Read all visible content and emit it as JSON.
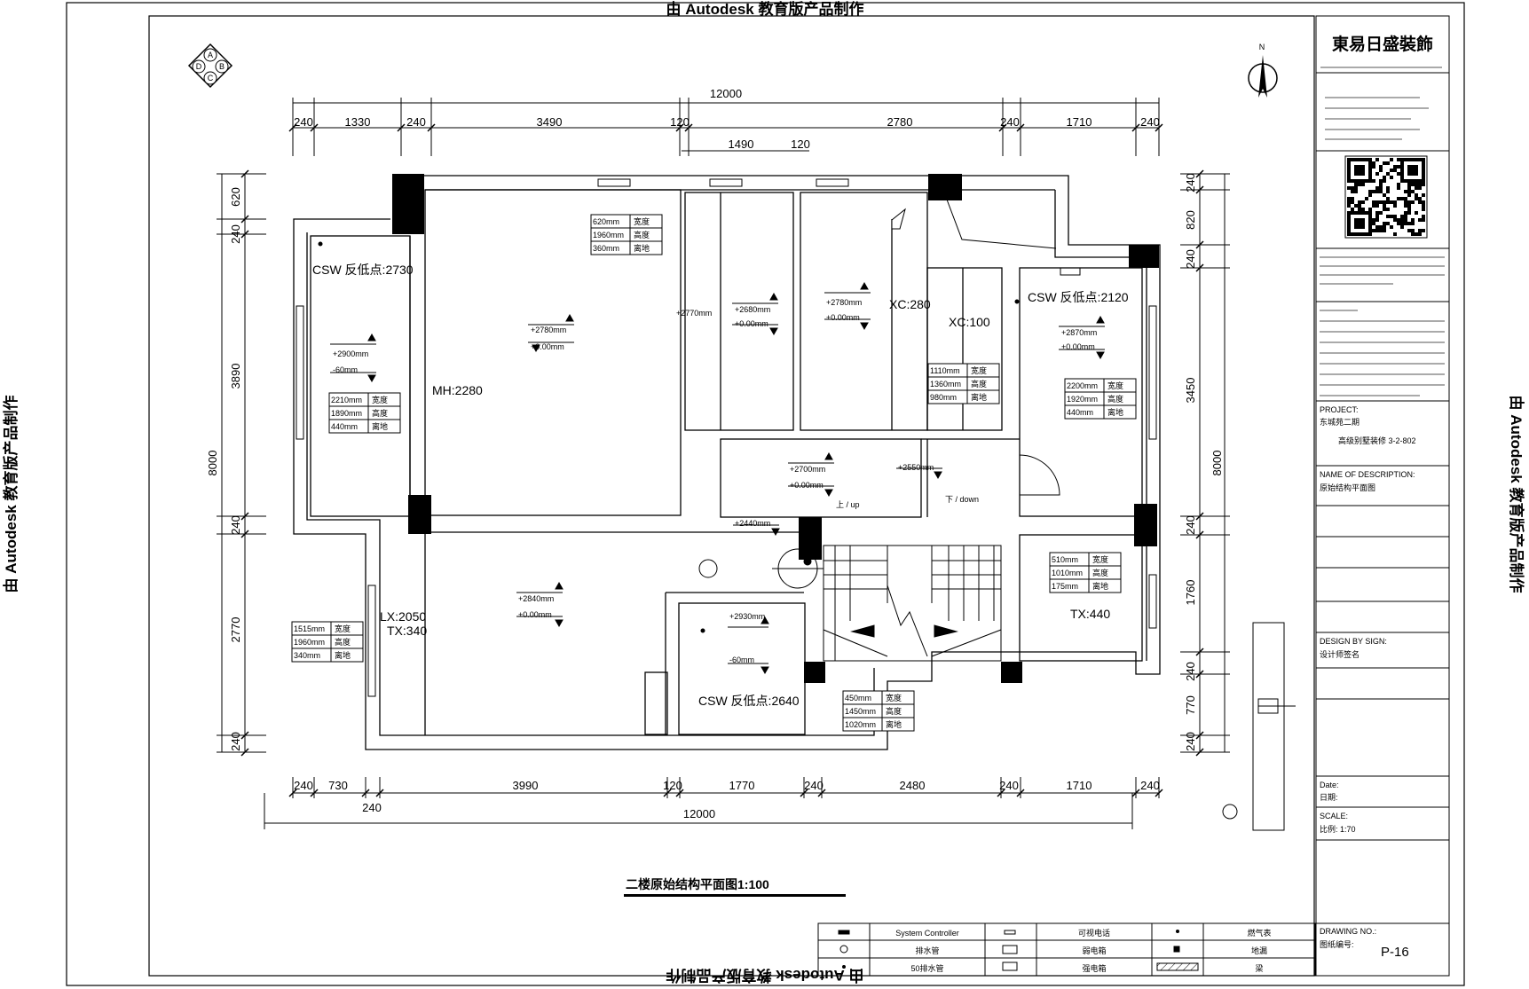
{
  "watermark": "由 Autodesk 教育版产品制作",
  "drawing_title": "二楼原始结构平面图1:100",
  "sheet_number": "P-16",
  "index_marks": [
    "A",
    "B",
    "C",
    "D"
  ],
  "north": "N",
  "company": {
    "name": "東易日盛裝飾"
  },
  "title_block": {
    "project_label": "PROJECT:",
    "project_value": "东城苑二期",
    "project_value2": "高级别墅装修 3-2-802",
    "name_label": "NAME OF DESCRIPTION:",
    "name_value": "原始结构平面图",
    "design_label": "DESIGN BY SIGN:",
    "design_value": "设计师签名",
    "drawing_no_label": "DRAWING NO.:",
    "drawing_no_value": "图纸编号:",
    "date_label": "Date:",
    "date_value": "日期:",
    "scale_label": "SCALE:",
    "scale_value": "比例: 1:70"
  },
  "dims": {
    "top_total": "12000",
    "top_segments": [
      "240",
      "1330",
      "240",
      "3490",
      "120",
      "2780",
      "240",
      "1710",
      "240"
    ],
    "top_inner": [
      "1490",
      "120"
    ],
    "bottom_total": "12000",
    "bottom_segments": [
      "240",
      "730",
      "3990",
      "120",
      "1770",
      "240",
      "2480",
      "240",
      "1710",
      "240"
    ],
    "bottom_extra": "240",
    "left_total": "8000",
    "left_segments": [
      "620",
      "240",
      "3890",
      "240",
      "2770",
      "240"
    ],
    "right_total": "8000",
    "right_segments": [
      "240",
      "820",
      "240",
      "3450",
      "240",
      "1760",
      "240",
      "770",
      "240"
    ]
  },
  "rooms": {
    "csw1": "CSW 反低点:2730",
    "csw2": "CSW 反低点:2120",
    "csw3": "CSW 反低点:2640",
    "mh": "MH:2280",
    "xc1": "XC:280",
    "xc2": "XC:100",
    "lx": "LX:2050",
    "tx1": "TX:340",
    "tx2": "TX:440",
    "up": "上 / up",
    "down": "下 / down"
  },
  "levels": [
    {
      "top": "+2900mm",
      "bottom": "-60mm"
    },
    {
      "top": "+2780mm",
      "bottom": "+0.00mm"
    },
    {
      "top": "+2770mm",
      "bottom": ""
    },
    {
      "top": "+2680mm",
      "bottom": "+0.00mm"
    },
    {
      "top": "+2780mm",
      "bottom": "+0.00mm"
    },
    {
      "top": "+2870mm",
      "bottom": "+0.00mm"
    },
    {
      "top": "+2700mm",
      "bottom": "+0.00mm"
    },
    {
      "top": "+2550mm",
      "bottom": ""
    },
    {
      "top": "+2440mm",
      "bottom": ""
    },
    {
      "top": "+2840mm",
      "bottom": "+0.00mm"
    },
    {
      "top": "+2930mm",
      "bottom": "-60mm"
    }
  ],
  "window_tables": [
    [
      [
        "620mm",
        "宽度"
      ],
      [
        "1960mm",
        "高度"
      ],
      [
        "360mm",
        "离地"
      ]
    ],
    [
      [
        "2210mm",
        "宽度"
      ],
      [
        "1890mm",
        "高度"
      ],
      [
        "440mm",
        "离地"
      ]
    ],
    [
      [
        "1110mm",
        "宽度"
      ],
      [
        "1360mm",
        "高度"
      ],
      [
        "980mm",
        "离地"
      ]
    ],
    [
      [
        "2200mm",
        "宽度"
      ],
      [
        "1920mm",
        "高度"
      ],
      [
        "440mm",
        "离地"
      ]
    ],
    [
      [
        "510mm",
        "宽度"
      ],
      [
        "1010mm",
        "高度"
      ],
      [
        "175mm",
        "离地"
      ]
    ],
    [
      [
        "1515mm",
        "宽度"
      ],
      [
        "1960mm",
        "高度"
      ],
      [
        "340mm",
        "离地"
      ]
    ],
    [
      [
        "450mm",
        "宽度"
      ],
      [
        "1450mm",
        "高度"
      ],
      [
        "1020mm",
        "离地"
      ]
    ]
  ],
  "legend": [
    [
      "System Controller",
      "可视电话",
      "燃气表"
    ],
    [
      "排水管",
      "弱电箱",
      "地漏"
    ],
    [
      "50排水管",
      "强电箱",
      "梁"
    ]
  ]
}
